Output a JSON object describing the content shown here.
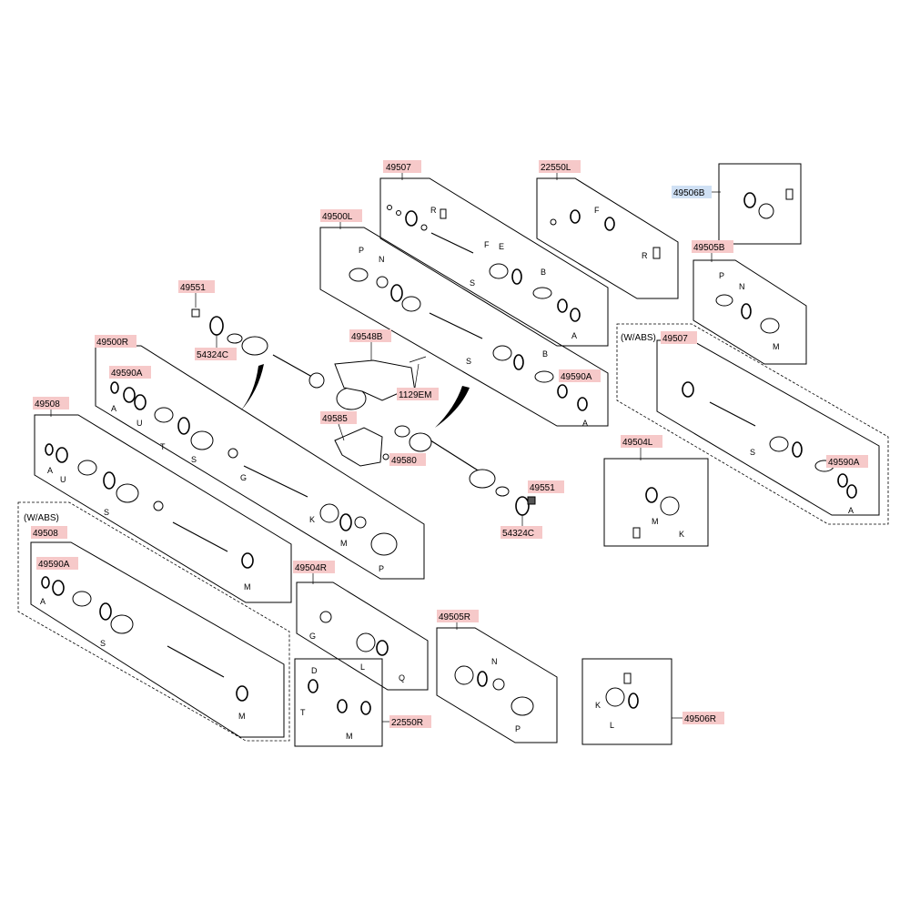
{
  "callouts": {
    "c49507_top": "49507",
    "c22550L": "22550L",
    "c49506B": "49506B",
    "c49500L": "49500L",
    "c49505B": "49505B",
    "c49551_a": "49551",
    "c49548B": "49548B",
    "c54324C_a": "54324C",
    "c1129EM": "1129EM",
    "c49500R": "49500R",
    "c49590A_1": "49590A",
    "c49590A_2": "49590A",
    "c49507_abs": "49507",
    "c49590A_3": "49590A",
    "c49508_a": "49508",
    "c49585": "49585",
    "c49580": "49580",
    "c49504L": "49504L",
    "c49551_b": "49551",
    "c54324C_b": "54324C",
    "c49508_b": "49508",
    "c49590A_4": "49590A",
    "c49504R": "49504R",
    "c49505R": "49505R",
    "c22550R": "22550R",
    "c49506R": "49506R"
  },
  "notes": {
    "wabs_1": "(W/ABS)",
    "wabs_2": "(W/ABS)"
  },
  "colors": {
    "callout_fill": "#f6c9c9",
    "callout_highlight": "#cfe0f4",
    "line": "#000000"
  }
}
